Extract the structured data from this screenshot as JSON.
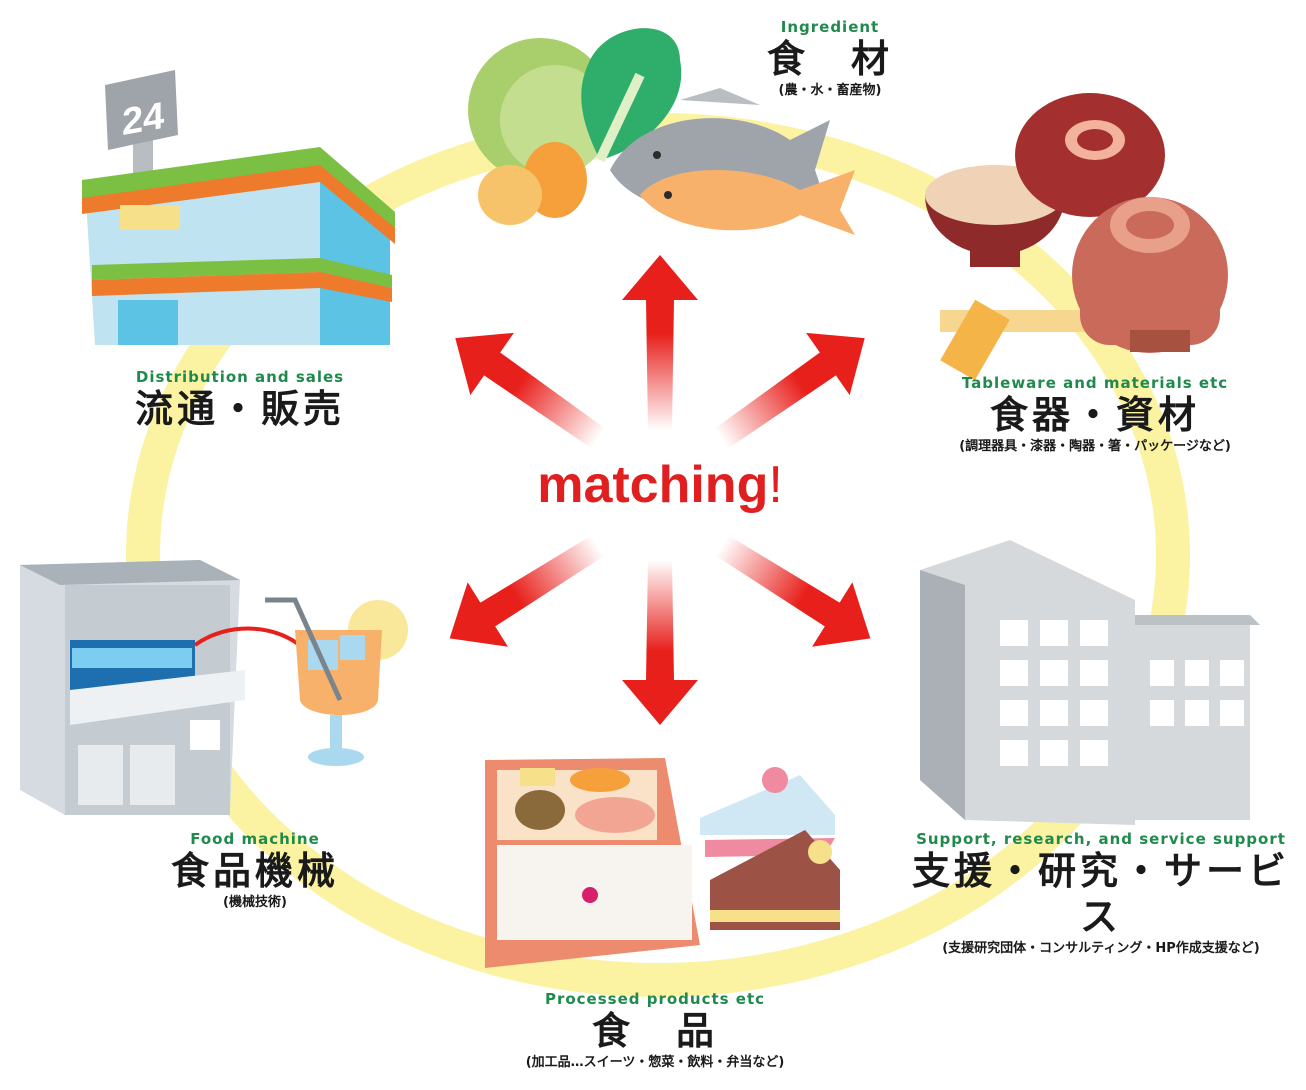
{
  "colors": {
    "ring": "#fbf3a2",
    "arrow": "#e8201c",
    "label_green": "#1f8a4c",
    "label_black": "#1a1a1a",
    "matching_red": "#e02020"
  },
  "center": {
    "word": "matching",
    "excl": "!"
  },
  "sectors": [
    {
      "id": "ingredient",
      "en": "Ingredient",
      "jp": "食　材",
      "sub": "(農・水・畜産物)",
      "icon": "vegetables-and-fish-icon"
    },
    {
      "id": "tableware",
      "en": "Tableware and materials etc",
      "jp": "食器・資材",
      "sub": "(調理器具・漆器・陶器・箸・パッケージなど)",
      "icon": "bowls-and-chopsticks-icon"
    },
    {
      "id": "support",
      "en": "Support, research, and service support",
      "jp": "支援・研究・サービス",
      "sub": "(支援研究団体・コンサルティング・HP作成支援など)",
      "icon": "office-building-icon"
    },
    {
      "id": "processed",
      "en": "Processed products etc",
      "jp": "食　品",
      "sub": "(加工品…スイーツ・惣菜・飲料・弁当など)",
      "icon": "bento-and-cake-icon"
    },
    {
      "id": "machine",
      "en": "Food machine",
      "jp": "食品機械",
      "sub": "(機械技術)",
      "icon": "ice-machine-icon"
    },
    {
      "id": "distribution",
      "en": "Distribution and sales",
      "jp": "流通・販売",
      "sub": "",
      "icon": "convenience-store-icon"
    }
  ],
  "store_sign": "24"
}
